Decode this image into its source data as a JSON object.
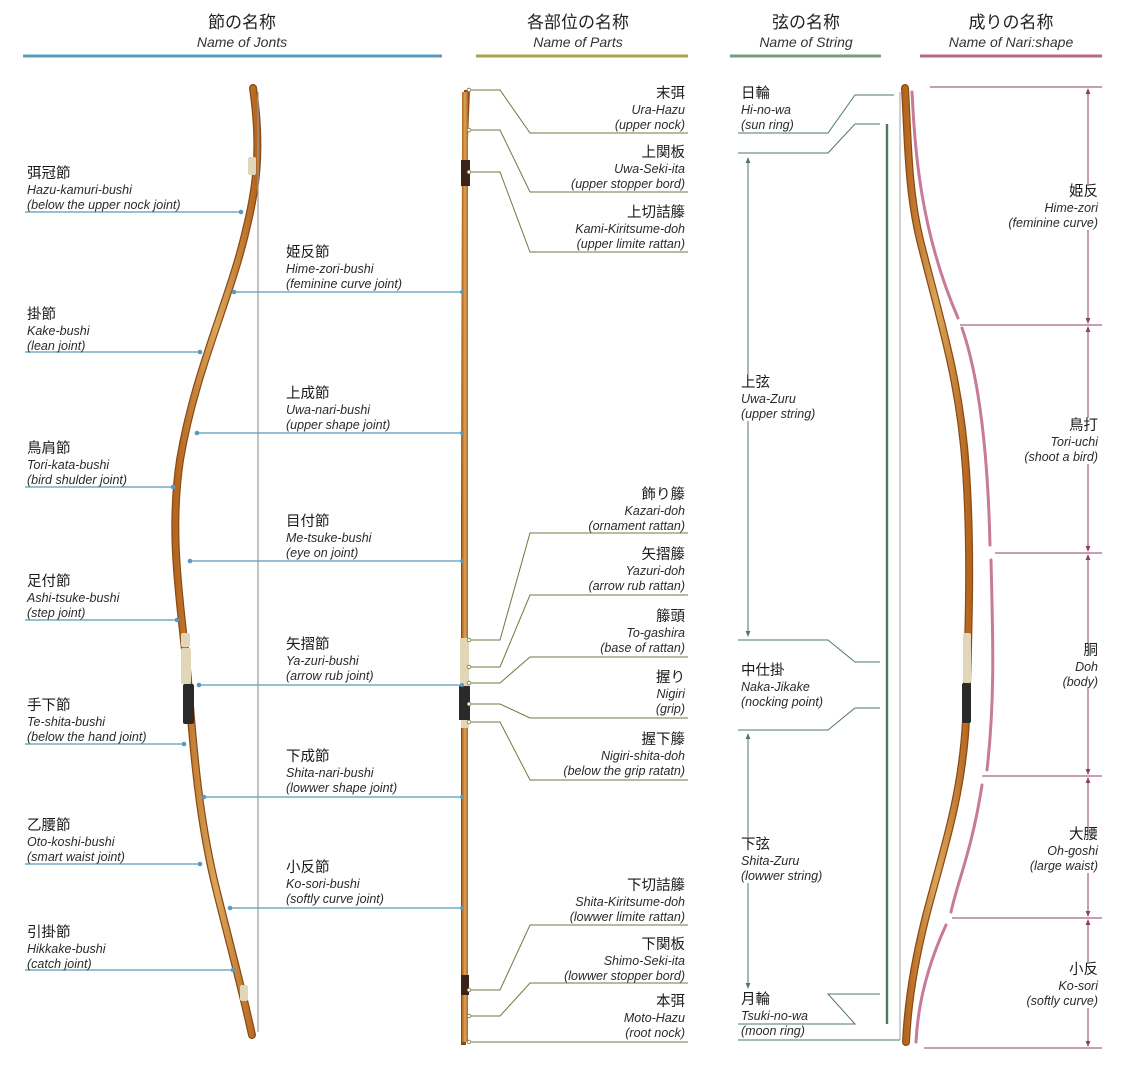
{
  "headers": {
    "joints": {
      "jp": "節の名称",
      "en": "Name of Jonts",
      "color": "#5b9ab8"
    },
    "parts": {
      "jp": "各部位の名称",
      "en": "Name of Parts",
      "color": "#a9a64a"
    },
    "string": {
      "jp": "弦の名称",
      "en": "Name of String",
      "color": "#7a9a84"
    },
    "shape": {
      "jp": "成りの名称",
      "en": "Name of Nari:shape",
      "color": "#b4698a"
    }
  },
  "joints_left": [
    {
      "jp": "弭冠節",
      "ro": "Hazu-kamuri-bushi",
      "tr": "(below the upper nock joint)"
    },
    {
      "jp": "掛節",
      "ro": "Kake-bushi",
      "tr": "(lean joint)"
    },
    {
      "jp": "鳥肩節",
      "ro": "Tori-kata-bushi",
      "tr": "(bird shulder joint)"
    },
    {
      "jp": "足付節",
      "ro": "Ashi-tsuke-bushi",
      "tr": "(step joint)"
    },
    {
      "jp": "手下節",
      "ro": "Te-shita-bushi",
      "tr": "(below the hand joint)"
    },
    {
      "jp": "乙腰節",
      "ro": "Oto-koshi-bushi",
      "tr": "(smart waist joint)"
    },
    {
      "jp": "引掛節",
      "ro": "Hikkake-bushi",
      "tr": "(catch joint)"
    }
  ],
  "joints_mid": [
    {
      "jp": "姫反節",
      "ro": "Hime-zori-bushi",
      "tr": "(feminine curve joint)"
    },
    {
      "jp": "上成節",
      "ro": "Uwa-nari-bushi",
      "tr": "(upper shape joint)"
    },
    {
      "jp": "目付節",
      "ro": "Me-tsuke-bushi",
      "tr": "(eye on joint)"
    },
    {
      "jp": "矢摺節",
      "ro": "Ya-zuri-bushi",
      "tr": "(arrow rub joint)"
    },
    {
      "jp": "下成節",
      "ro": "Shita-nari-bushi",
      "tr": "(lowwer shape joint)"
    },
    {
      "jp": "小反節",
      "ro": "Ko-sori-bushi",
      "tr": "(softly curve joint)"
    }
  ],
  "parts": [
    {
      "jp": "末弭",
      "ro": "Ura-Hazu",
      "tr": "(upper nock)"
    },
    {
      "jp": "上関板",
      "ro": "Uwa-Seki-ita",
      "tr": "(upper stopper bord)"
    },
    {
      "jp": "上切詰籐",
      "ro": "Kami-Kiritsume-doh",
      "tr": "(upper limite rattan)"
    },
    {
      "jp": "飾り籐",
      "ro": "Kazari-doh",
      "tr": "(ornament rattan)"
    },
    {
      "jp": "矢摺籐",
      "ro": "Yazuri-doh",
      "tr": "(arrow rub rattan)"
    },
    {
      "jp": "籐頭",
      "ro": "To-gashira",
      "tr": "(base of rattan)"
    },
    {
      "jp": "握り",
      "ro": "Nigiri",
      "tr": "(grip)"
    },
    {
      "jp": "握下籐",
      "ro": "Nigiri-shita-doh",
      "tr": "(below the grip ratatn)"
    },
    {
      "jp": "下切詰籐",
      "ro": "Shita-Kiritsume-doh",
      "tr": "(lowwer limite rattan)"
    },
    {
      "jp": "下関板",
      "ro": "Shimo-Seki-ita",
      "tr": "(lowwer stopper bord)"
    },
    {
      "jp": "本弭",
      "ro": "Moto-Hazu",
      "tr": "(root nock)"
    }
  ],
  "string": [
    {
      "jp": "日輪",
      "ro": "Hi-no-wa",
      "tr": "(sun ring)"
    },
    {
      "jp": "上弦",
      "ro": "Uwa-Zuru",
      "tr": "(upper string)"
    },
    {
      "jp": "中仕掛",
      "ro": "Naka-Jikake",
      "tr": "(nocking point)"
    },
    {
      "jp": "下弦",
      "ro": "Shita-Zuru",
      "tr": "(lowwer string)"
    },
    {
      "jp": "月輪",
      "ro": "Tsuki-no-wa",
      "tr": "(moon ring)"
    }
  ],
  "shape": [
    {
      "jp": "姫反",
      "ro": "Hime-zori",
      "tr": "(feminine curve)"
    },
    {
      "jp": "鳥打",
      "ro": "Tori-uchi",
      "tr": "(shoot a bird)"
    },
    {
      "jp": "胴",
      "ro": "Doh",
      "tr": "(body)"
    },
    {
      "jp": "大腰",
      "ro": "Oh-goshi",
      "tr": "(large waist)"
    },
    {
      "jp": "小反",
      "ro": "Ko-sori",
      "tr": "(softly curve)"
    }
  ],
  "colors": {
    "joint_line": "#5b9ab8",
    "parts_line": "#6f7a3e",
    "string_line": "#4f7a5f",
    "shape_line": "#8c3f66",
    "bow_wood": "#b5651d",
    "bow_light": "#d9a45a",
    "grip": "#2a2a2a",
    "rattan": "#e2d6b8"
  }
}
